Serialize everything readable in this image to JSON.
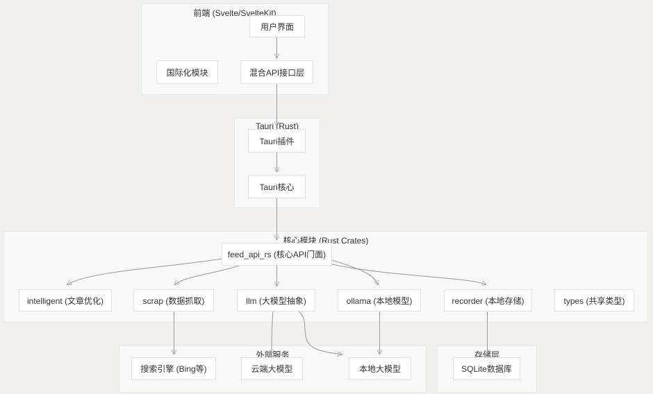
{
  "colors": {
    "page_bg": "#f1f0ee",
    "group_bg": "#f8f8f8",
    "group_border": "#e8e8e5",
    "node_bg": "#ffffff",
    "node_border": "#e2e2e2",
    "edge_line": "#999999",
    "edge_arrow": "#808080",
    "text": "#333333"
  },
  "groups": {
    "frontend": {
      "title": "前端 (Svelte/SvelteKit)"
    },
    "tauri": {
      "title": "Tauri (Rust)"
    },
    "core": {
      "title": "核心模块 (Rust Crates)"
    },
    "external": {
      "title": "外部服务"
    },
    "storage": {
      "title": "存储层"
    }
  },
  "nodes": {
    "ui": {
      "label": "用户界面"
    },
    "i18n": {
      "label": "国际化模块"
    },
    "api_layer": {
      "label": "混合API接口层"
    },
    "tauri_plugin": {
      "label": "Tauri插件"
    },
    "tauri_core": {
      "label": "Tauri核心"
    },
    "feed_api": {
      "label": "feed_api_rs (核心API门面)"
    },
    "intelligent": {
      "label": "intelligent (文章优化)"
    },
    "scrap": {
      "label": "scrap (数据抓取)"
    },
    "llm": {
      "label": "llm (大模型抽象)"
    },
    "ollama": {
      "label": "ollama (本地模型)"
    },
    "recorder": {
      "label": "recorder (本地存储)"
    },
    "types": {
      "label": "types (共享类型)"
    },
    "search_engine": {
      "label": "搜索引擎 (Bing等)"
    },
    "cloud_llm": {
      "label": "云端大模型"
    },
    "local_llm": {
      "label": "本地大模型"
    },
    "sqlite": {
      "label": "SQLite数据库"
    }
  },
  "edges": [
    {
      "from": "ui",
      "to": "api_layer"
    },
    {
      "from": "api_layer",
      "to": "tauri_plugin"
    },
    {
      "from": "tauri_plugin",
      "to": "tauri_core"
    },
    {
      "from": "tauri_core",
      "to": "feed_api"
    },
    {
      "from": "feed_api",
      "to": "intelligent"
    },
    {
      "from": "feed_api",
      "to": "scrap"
    },
    {
      "from": "feed_api",
      "to": "llm"
    },
    {
      "from": "feed_api",
      "to": "ollama"
    },
    {
      "from": "feed_api",
      "to": "recorder"
    },
    {
      "from": "scrap",
      "to": "search_engine"
    },
    {
      "from": "llm",
      "to": "cloud_llm"
    },
    {
      "from": "llm",
      "to": "local_llm"
    },
    {
      "from": "ollama",
      "to": "local_llm"
    },
    {
      "from": "recorder",
      "to": "sqlite"
    }
  ]
}
